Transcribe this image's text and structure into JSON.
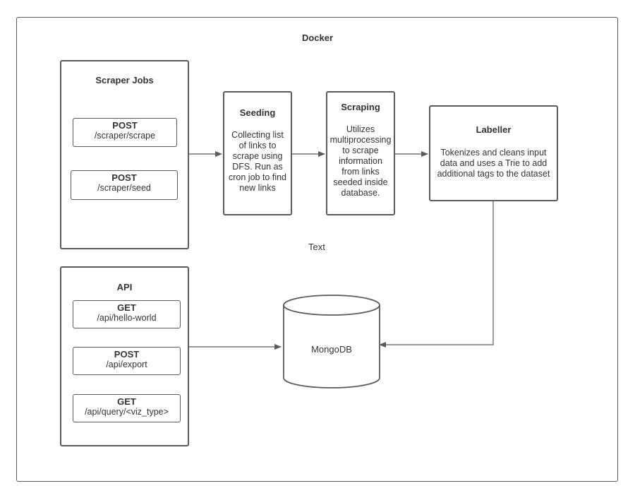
{
  "docker": {
    "title": "Docker"
  },
  "scraper_jobs": {
    "title": "Scraper Jobs",
    "endpoints": [
      {
        "method": "POST",
        "path": "/scraper/scrape"
      },
      {
        "method": "POST",
        "path": "/scraper/seed"
      }
    ]
  },
  "seeding": {
    "title": "Seeding",
    "lines": [
      "Collecting list",
      "of links to",
      "scrape using",
      "DFS. Run as",
      "cron job to find",
      "new links"
    ]
  },
  "scraping": {
    "title": "Scraping",
    "lines": [
      "Utilizes",
      "multiprocessing",
      "to scrape",
      "information",
      "from links",
      "seeded inside",
      "database."
    ]
  },
  "labeller": {
    "title": "Labeller",
    "lines": [
      "Tokenizes and cleans input",
      "data and uses a Trie to add",
      "additional tags to the dataset"
    ]
  },
  "floating_text": "Text",
  "api": {
    "title": "API",
    "endpoints": [
      {
        "method": "GET",
        "path": "/api/hello-world"
      },
      {
        "method": "POST",
        "path": "/api/export"
      },
      {
        "method": "GET",
        "path": "/api/query/<viz_type>"
      }
    ]
  },
  "database": {
    "label": "MongoDB"
  },
  "colors": {
    "stroke": "#5a5a5a",
    "text": "#333333",
    "background": "#ffffff"
  }
}
